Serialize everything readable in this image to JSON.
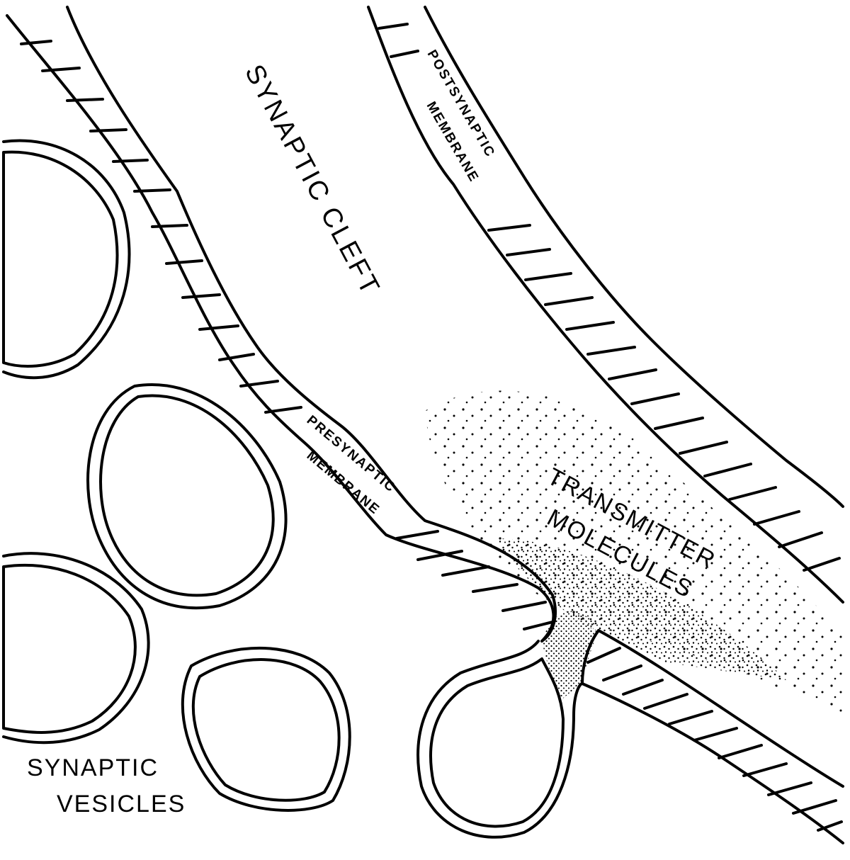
{
  "labels": {
    "synaptic_cleft": "SYNAPTIC CLEFT",
    "postsynaptic_line1": "POSTSYNAPTIC",
    "postsynaptic_line2": "MEMBRANE",
    "presynaptic_line1": "PRESYNAPTIC",
    "presynaptic_line2": "MEMBRANE",
    "transmitter_line1": "TRANSMITTER",
    "transmitter_line2": "MOLECULES",
    "vesicles_line1": "SYNAPTIC",
    "vesicles_line2": "VESICLES"
  },
  "colors": {
    "ink": "#000000",
    "background": "#ffffff"
  }
}
